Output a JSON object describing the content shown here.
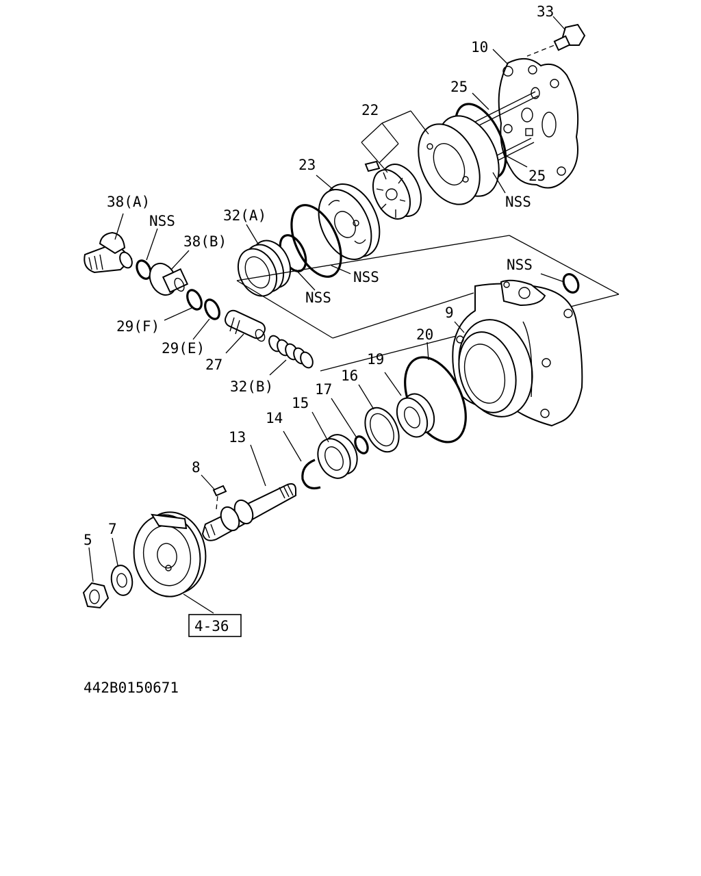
{
  "diagram": {
    "labels": {
      "l33": "33",
      "l10": "10",
      "l25a": "25",
      "l22": "22",
      "l25b": "25",
      "lnss_top": "NSS",
      "l23": "23",
      "l38a": "38(A)",
      "lnss_38": "NSS",
      "l32a": "32(A)",
      "l38b": "38(B)",
      "lnss_ring": "NSS",
      "lnss_seal": "NSS",
      "lnss_housing": "NSS",
      "l29f": "29(F)",
      "l29e": "29(E)",
      "l27": "27",
      "l32b": "32(B)",
      "l9": "9",
      "l20": "20",
      "l19": "19",
      "l16": "16",
      "l17": "17",
      "l15": "15",
      "l14": "14",
      "l13": "13",
      "l8": "8",
      "l7": "7",
      "l5": "5",
      "ref_box": "4-36"
    },
    "drawing_code": "442B0150671"
  }
}
